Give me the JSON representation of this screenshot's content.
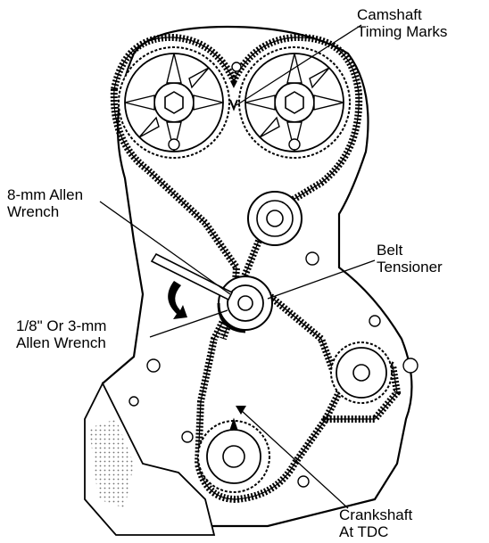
{
  "labels": {
    "camshaft_timing_marks": [
      "Camshaft",
      "Timing Marks"
    ],
    "allen_wrench_8mm": [
      "8-mm Allen",
      "Wrench"
    ],
    "belt_tensioner": [
      "Belt",
      "Tensioner"
    ],
    "allen_wrench_3mm": [
      "1/8\" Or 3-mm",
      "Allen Wrench"
    ],
    "crankshaft_at_tdc": [
      "Crankshaft",
      "At TDC"
    ]
  },
  "colors": {
    "ink": "#000000",
    "paper": "#ffffff",
    "shade": "#cfcfcf"
  }
}
